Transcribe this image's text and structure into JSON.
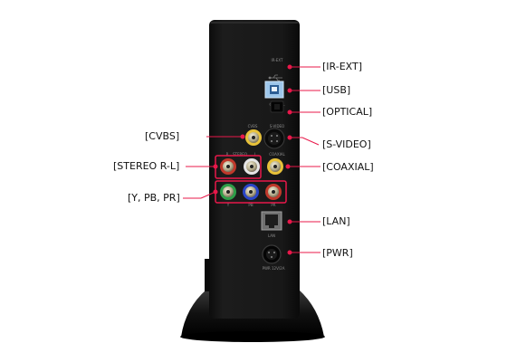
{
  "labels": {
    "ir_ext": "[IR-EXT]",
    "usb": "[USB]",
    "optical": "[OPTICAL]",
    "cvbs": "[CVBS]",
    "s_video": "[S-VIDEO]",
    "stereo": "[STEREO R-L]",
    "coaxial": "[COAXIAL]",
    "component": "[Y, PB, PR]",
    "lan": "[LAN]",
    "pwr": "[PWR]"
  },
  "panel_markings": {
    "ir_ext": "IR-EXT",
    "usb": "USB",
    "optical": "OPTICAL",
    "cvbs": "CVBS",
    "s_video": "S-VIDEO",
    "stereo_r": "R",
    "stereo_mid": "STEREO",
    "stereo_l": "L",
    "coaxial": "COAXIAL",
    "comp_y": "Y",
    "comp_pb": "PB",
    "comp_pr": "PR",
    "lan": "LAN",
    "pwr": "PWR 12V/2A"
  },
  "colors": {
    "callout_line": "#e8184a",
    "dot": "#e8184a",
    "body": "#151515",
    "connector_yellow": "#e8c23a",
    "connector_red": "#c0392b",
    "connector_white": "#e6e6e6",
    "connector_green": "#2e9e48",
    "connector_blue": "#2b46c7",
    "usb_blue": "#7fb4e0"
  }
}
